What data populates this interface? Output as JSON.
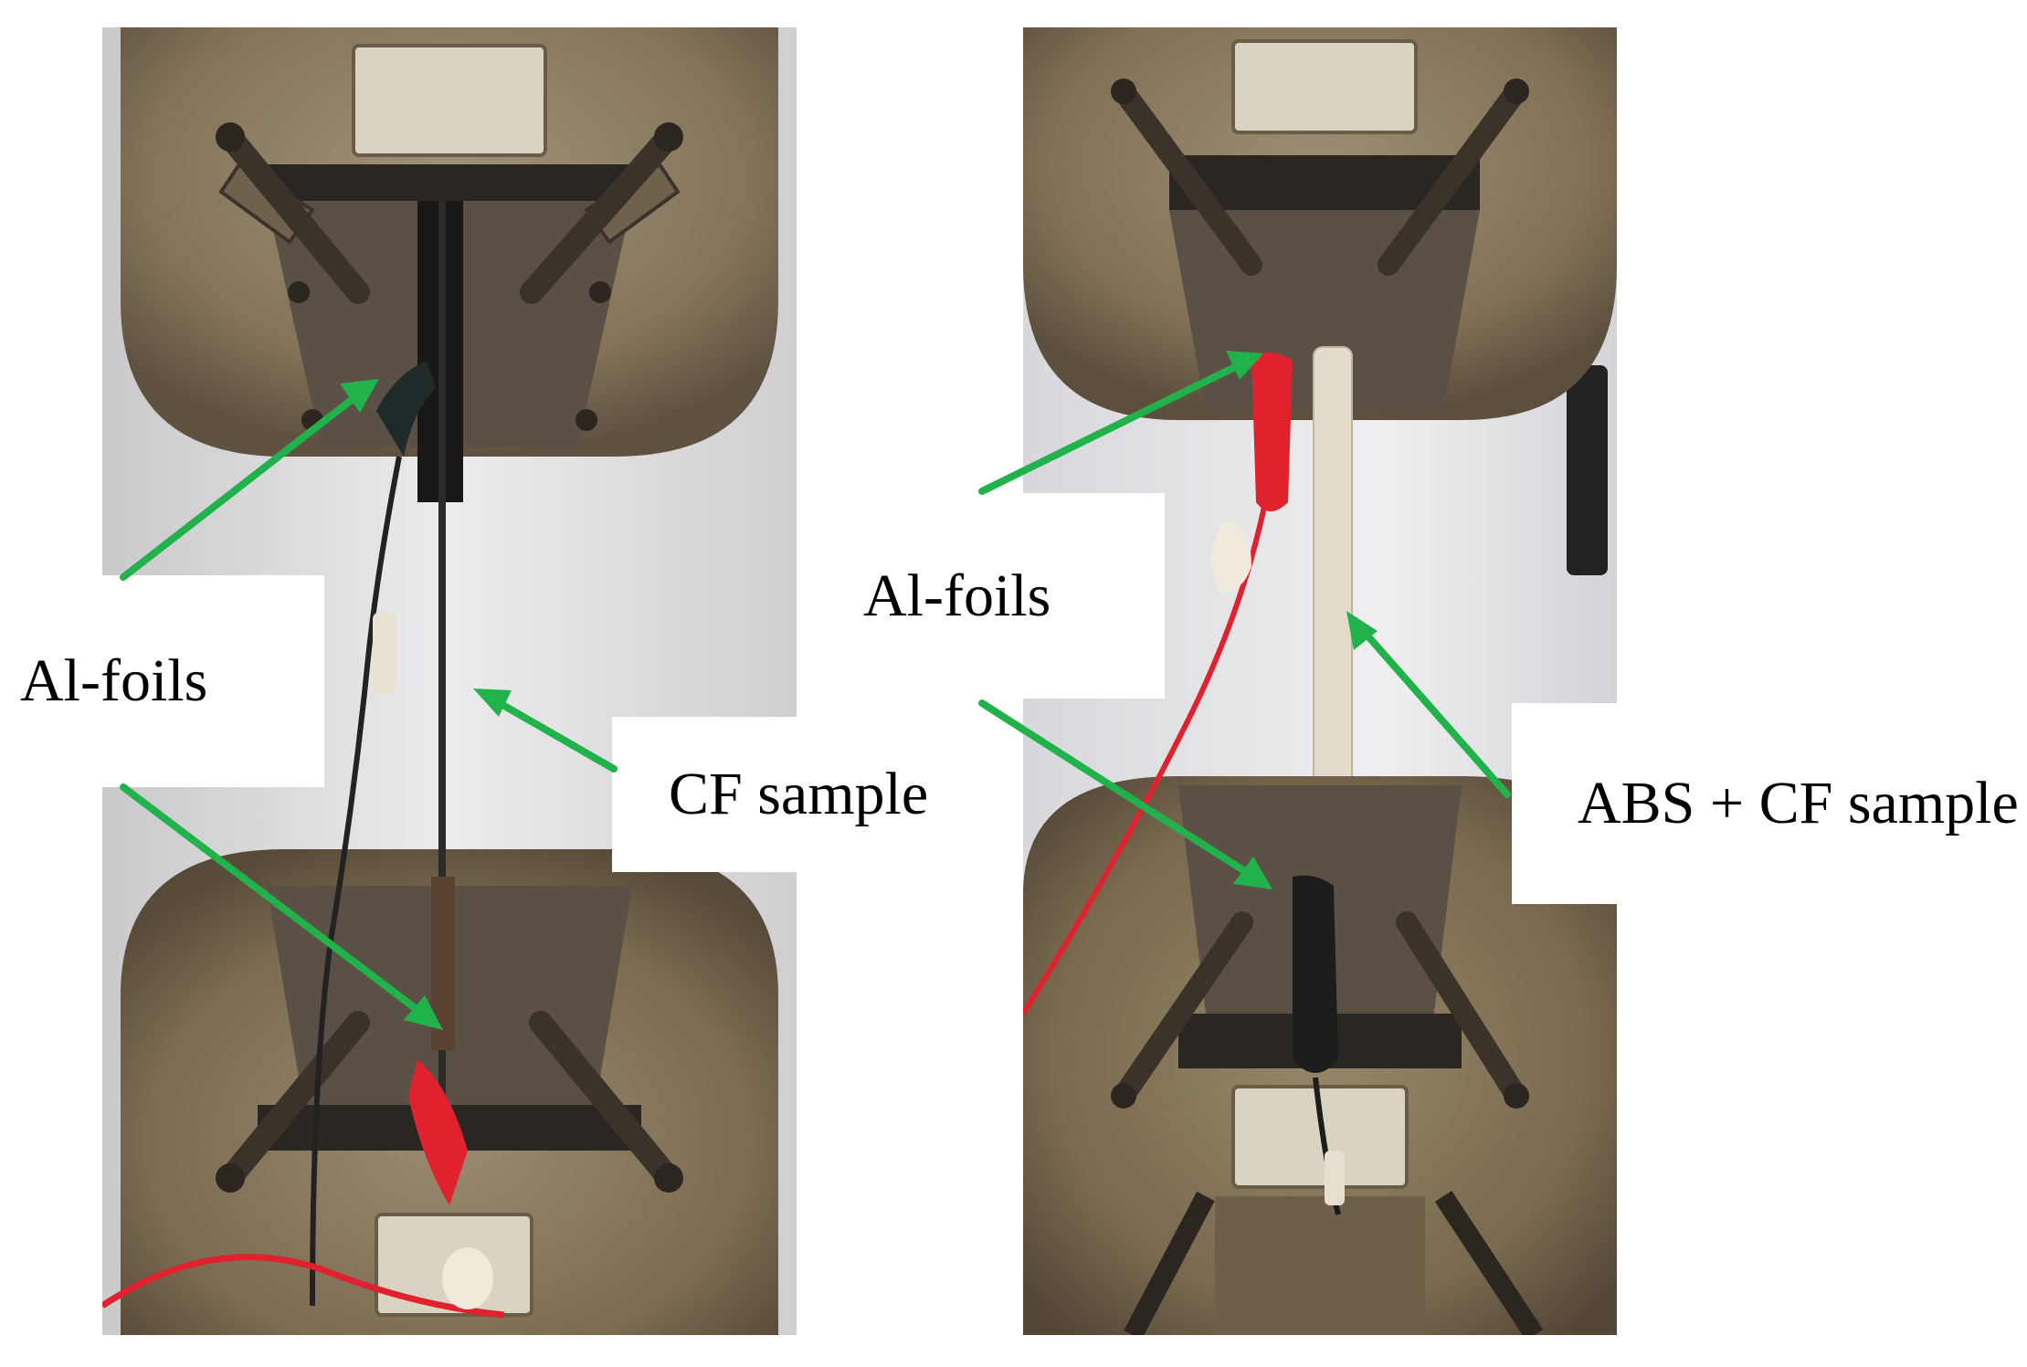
{
  "labels": {
    "left_al_foils": "Al-foils",
    "cf_sample": "CF sample",
    "right_al_foils": "Al-foils",
    "abs_cf_sample": "ABS + CF sample"
  },
  "colors": {
    "arrow": "#22b24c",
    "grip_metal": "#8a7a60",
    "wire_red": "#e0222e",
    "wire_black": "#1e1e1e",
    "background_wall": "#e6e6ea"
  }
}
